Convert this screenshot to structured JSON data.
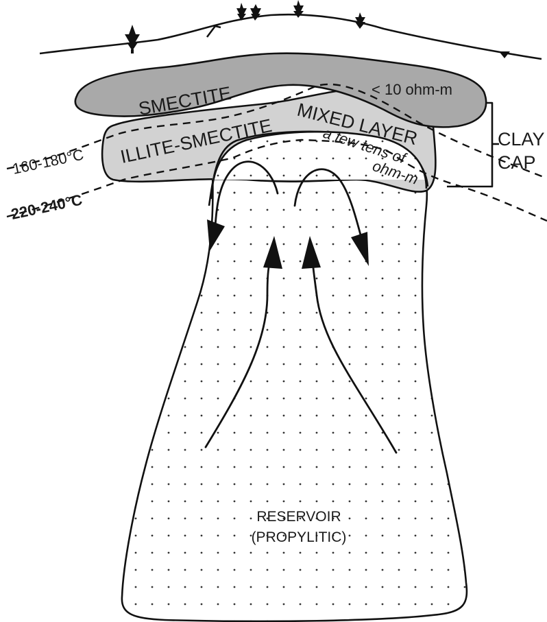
{
  "clay_layers": {
    "smectite_label": "SMECTITE",
    "smectite_resistivity": "< 10 ohm-m",
    "illite_smectite_label": "ILLITE-SMECTITE",
    "mixed_layer_label": "MIXED LAYER",
    "mixed_resistivity_line1": "a few tens of",
    "mixed_resistivity_line2": "ohm-m"
  },
  "clay_cap": {
    "line1": "CLAY",
    "line2": "CAP"
  },
  "isotherms": {
    "upper": "160-180°C",
    "lower": "220-240°C"
  },
  "reservoir": {
    "line1": "RESERVOIR",
    "line2": "(PROPYLITIC)"
  },
  "colors": {
    "smectite_fill": "#a9a9a9",
    "illite_smectite_fill": "#d2d2d2",
    "reservoir_fill": "#ffffff",
    "line": "#111111"
  }
}
